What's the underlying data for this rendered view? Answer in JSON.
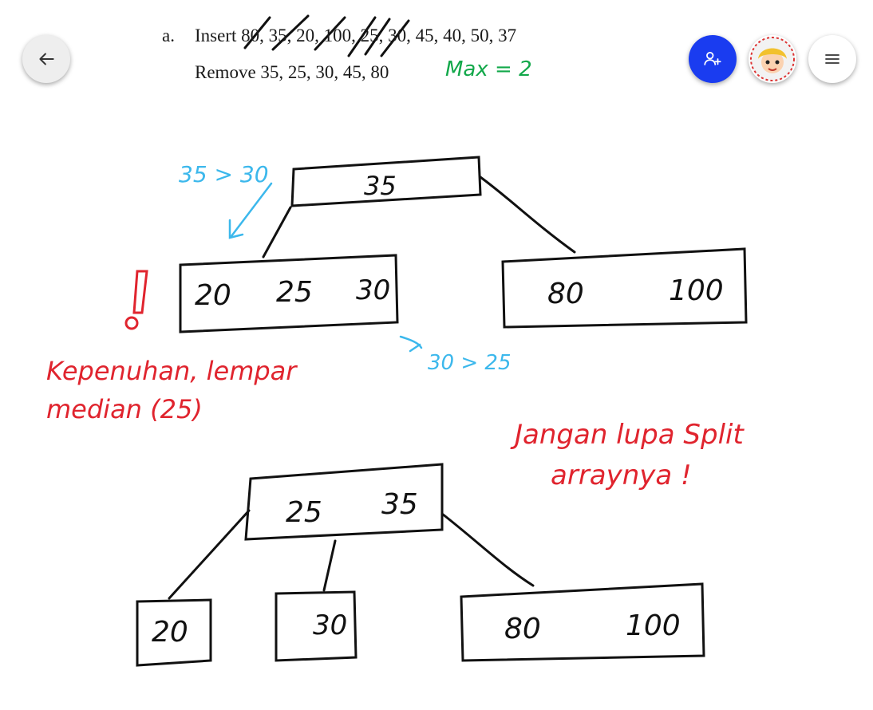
{
  "toolbar": {
    "back_icon": "arrow-left-icon",
    "share_icon": "add-person-icon",
    "avatar_icon": "avatar-icon",
    "menu_icon": "hamburger-menu-icon",
    "share_color": "#1a3cf0"
  },
  "document": {
    "item_marker": "a.",
    "insert_line": "Insert 80, 35, 20, 100, 25, 30, 45, 40, 50, 37",
    "remove_line": "Remove 35, 25, 30, 45, 80"
  },
  "annotations": {
    "max_note": "Max = 2",
    "compare_top": "35 > 30",
    "exclamation": "!",
    "compare_right": "30 > 25",
    "overflow_note_line1": "Kepenuhan, lempar",
    "overflow_note_line2": "median (25)",
    "split_note_line1": "Jangan lupa Split",
    "split_note_line2": "arraynya !",
    "colors": {
      "red": "#e0242e",
      "blue": "#3cb8ec",
      "green": "#12a84a",
      "ink": "#111111"
    }
  },
  "tree_before": {
    "root": [
      "35"
    ],
    "left": [
      "20",
      "25",
      "30"
    ],
    "right": [
      "80",
      "100"
    ]
  },
  "tree_after": {
    "root": [
      "25",
      "35"
    ],
    "left": [
      "20"
    ],
    "middle": [
      "30"
    ],
    "right": [
      "80",
      "100"
    ]
  }
}
